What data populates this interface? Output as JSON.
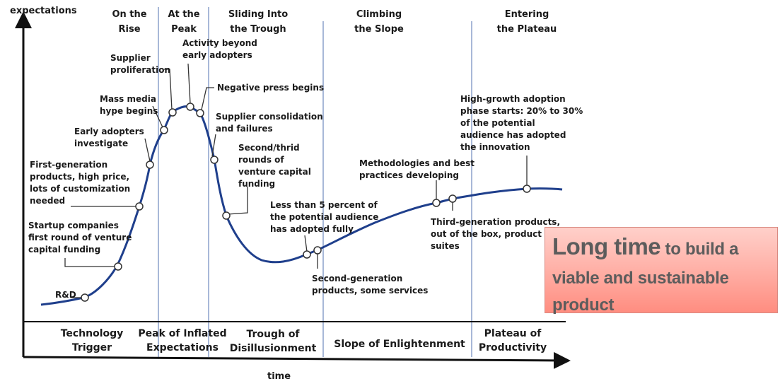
{
  "axes": {
    "y_label": "expectations",
    "x_label": "time"
  },
  "phases_top": [
    {
      "line1": "On the",
      "line2": "Rise"
    },
    {
      "line1": "At the",
      "line2": "Peak"
    },
    {
      "line1": "Sliding Into",
      "line2": "the Trough"
    },
    {
      "line1": "Climbing",
      "line2": "the Slope"
    },
    {
      "line1": "Entering",
      "line2": "the Plateau"
    }
  ],
  "phases_bottom": [
    {
      "line1": "Technology",
      "line2": "Trigger"
    },
    {
      "line1": "Peak of Inflated",
      "line2": "Expectations"
    },
    {
      "line1": "Trough of",
      "line2": "Disillusionment"
    },
    {
      "line1": "Slope of Enlightenment",
      "line2": ""
    },
    {
      "line1": "Plateau of",
      "line2": "Productivity"
    }
  ],
  "annotations": [
    {
      "lines": [
        "R&D"
      ]
    },
    {
      "lines": [
        "Startup companies",
        "first round of venture",
        "capital funding"
      ]
    },
    {
      "lines": [
        "First-generation",
        "products, high price,",
        "lots of customization",
        "needed"
      ]
    },
    {
      "lines": [
        "Early adopters",
        "investigate"
      ]
    },
    {
      "lines": [
        "Mass media",
        "hype begins"
      ]
    },
    {
      "lines": [
        "Supplier",
        "proliferation"
      ]
    },
    {
      "lines": [
        "Activity beyond",
        "early adopters"
      ]
    },
    {
      "lines": [
        "Negative press begins"
      ]
    },
    {
      "lines": [
        "Supplier consolidation",
        "and failures"
      ]
    },
    {
      "lines": [
        "Second/thrid",
        "rounds of",
        "venture capital",
        "funding"
      ]
    },
    {
      "lines": [
        "Less than 5 percent of",
        "the potential audience",
        "has adopted fully"
      ]
    },
    {
      "lines": [
        "Second-generation",
        "products, some services"
      ]
    },
    {
      "lines": [
        "Methodologies and best",
        "practices developing"
      ]
    },
    {
      "lines": [
        "Third-generation products,",
        "out of the box, product",
        "suites"
      ]
    },
    {
      "lines": [
        "High-growth adoption",
        "phase starts: 20% to 30%",
        "of the potential",
        "audience has adopted",
        "the innovation"
      ]
    }
  ],
  "callout": {
    "big": "Long time",
    "small_1": " to build a",
    "small_2": "viable and sustainable",
    "small_3": "product"
  },
  "colors": {
    "curve": "#1f3f8c",
    "divider": "#a8b8d8",
    "callout_bg": "#ff9d92"
  }
}
